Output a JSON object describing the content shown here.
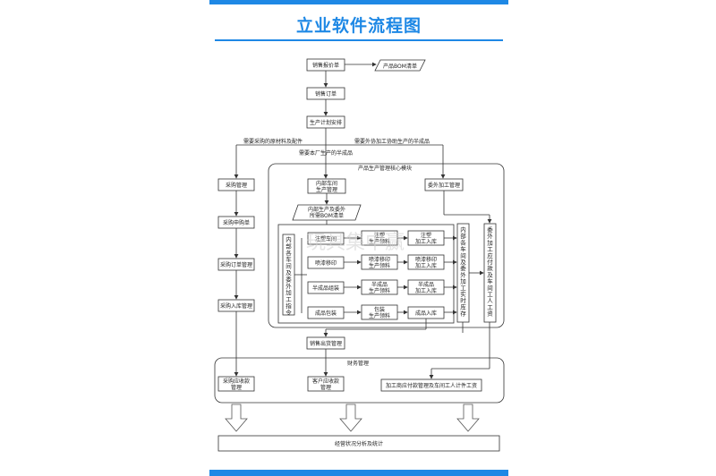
{
  "title": "立业软件流程图",
  "nodes": {
    "sales_quote": "销售报价单",
    "product_bom": "产品BOM清单",
    "sales_order": "销售订单",
    "production_plan": "生产计划安排",
    "need_purchase": "需要采购的原材料及配件",
    "need_outsource": "需要外协加工协助生产的半成品",
    "need_factory": "需要本厂生产的半成品",
    "core_module": "产品生产管理核心模块",
    "purchase_mgmt": "采购管理",
    "purchase_request": "采购申购单",
    "purchase_order": "采购订单管理",
    "purchase_inbound": "采购入库管理",
    "internal_dept_l1": "内部车间",
    "internal_dept_l2": "生产管理",
    "outsource_mgmt": "委外加工管理",
    "bom_l1": "内部生产及委外",
    "bom_l2": "所需BOM清单",
    "dispatch_vertical": "内部各车间及委外加工指令",
    "injection": "注塑车间",
    "inj_pick_l1": "注塑",
    "inj_pick_l2": "生产领料",
    "inj_in_l1": "注塑",
    "inj_in_l2": "加工入库",
    "spray": "喷漆移印",
    "spray_pick_l1": "喷漆移印",
    "spray_pick_l2": "生产领料",
    "spray_in_l1": "喷漆移印",
    "spray_in_l2": "加工入库",
    "semi": "半成品组装",
    "semi_pick_l1": "半成品",
    "semi_pick_l2": "生产领料",
    "semi_in_l1": "半成品",
    "semi_in_l2": "加工入库",
    "pack": "成品包装",
    "pack_pick_l1": "包装",
    "pack_pick_l2": "生产领料",
    "pack_in": "成品入库",
    "realtime_vertical": "内部各车间及委外加工实时库存",
    "payable_vertical": "委外加工应付款及车间工人工资",
    "sales_delivery": "销售出货管理",
    "finance": "财务管理",
    "payable_purchase_l1": "采购应收款",
    "payable_purchase_l2": "管理",
    "receivable_l1": "客户应收款",
    "receivable_l2": "管理",
    "processor_pay": "加工商应付款管理及车间工人计件工资",
    "analysis": "经营状况分析及统计"
  },
  "watermark": "玩具集中赢",
  "colors": {
    "accent": "#1e88e5"
  }
}
